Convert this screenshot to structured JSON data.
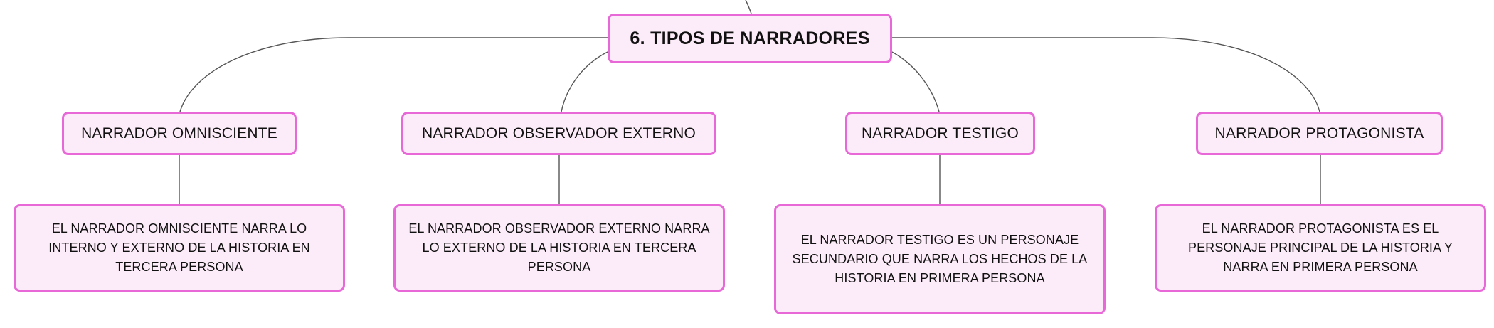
{
  "root": {
    "label": "6. TIPOS DE NARRADORES"
  },
  "topics": [
    {
      "label": "NARRADOR OMNISCIENTE",
      "description": "EL NARRADOR OMNISCIENTE NARRA LO INTERNO Y EXTERNO DE LA HISTORIA EN TERCERA PERSONA"
    },
    {
      "label": "NARRADOR OBSERVADOR EXTERNO",
      "description": "EL NARRADOR OBSERVADOR EXTERNO NARRA LO EXTERNO DE LA HISTORIA EN TERCERA PERSONA"
    },
    {
      "label": "NARRADOR TESTIGO",
      "description": "EL NARRADOR TESTIGO ES UN PERSONAJE SECUNDARIO QUE NARRA LOS HECHOS DE LA HISTORIA EN PRIMERA PERSONA"
    },
    {
      "label": "NARRADOR PROTAGONISTA",
      "description": "EL NARRADOR PROTAGONISTA ES EL PERSONAJE PRINCIPAL DE LA HISTORIA Y NARRA EN PRIMERA PERSONA"
    }
  ],
  "colors": {
    "node_fill": "#fcebf8",
    "node_border": "#e868d8",
    "connector": "#555555"
  }
}
